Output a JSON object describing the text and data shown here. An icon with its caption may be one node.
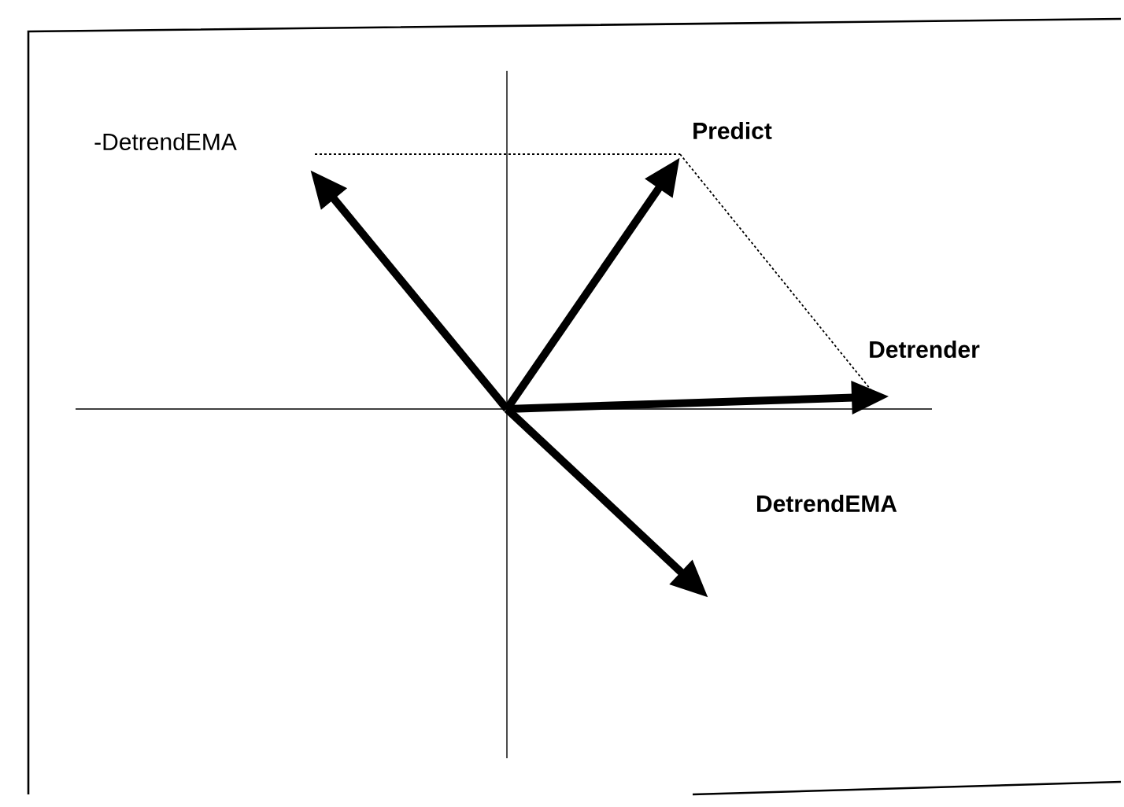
{
  "diagram": {
    "nodes": [
      {
        "text": [
          "-DetrendEMA"
        ]
      },
      {
        "text": [
          "Predict"
        ]
      },
      {
        "text": [
          "Detrender"
        ]
      },
      {
        "text": [
          "DetrendEMA"
        ]
      }
    ],
    "edges": [
      {
        "from": null,
        "to": 0,
        "arrow": "to"
      },
      {
        "from": null,
        "to": 1,
        "arrow": "to"
      },
      {
        "from": null,
        "to": 2,
        "arrow": "to"
      },
      {
        "from": null,
        "to": 3,
        "arrow": "to"
      },
      {
        "from": 0,
        "to": 1,
        "arrow": "none",
        "style": "dashed"
      },
      {
        "from": 1,
        "to": 2,
        "arrow": "none",
        "style": "dashed"
      }
    ]
  }
}
